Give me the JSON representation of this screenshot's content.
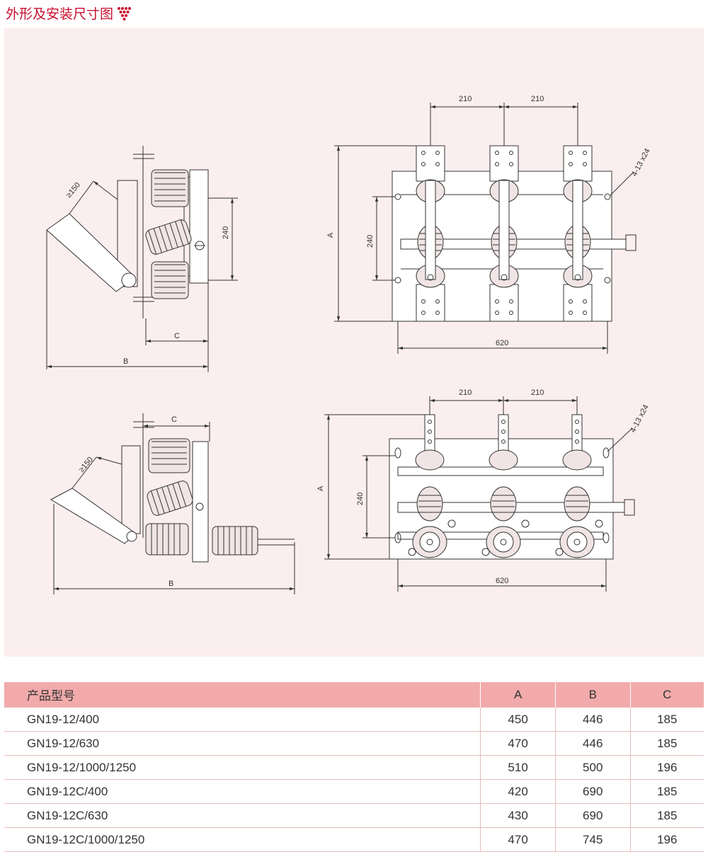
{
  "header": {
    "title": "外形及安装尺寸图",
    "mark_color": "#c8102e"
  },
  "drawing": {
    "top_side": {
      "clearance": "≥150",
      "height": "240",
      "c": "C",
      "b": "B"
    },
    "top_front": {
      "spacing_1": "210",
      "spacing_2": "210",
      "height": "240",
      "a": "A",
      "width": "620",
      "holes": "4-13 x24"
    },
    "bottom_side": {
      "clearance": "≥150",
      "c": "C",
      "b": "B"
    },
    "bottom_front": {
      "spacing_1": "210",
      "spacing_2": "210",
      "height": "240",
      "a": "A",
      "width": "620",
      "holes": "4-13 x24"
    }
  },
  "table": {
    "header_color": "#f2aaaa",
    "columns": [
      "产品型号",
      "A",
      "B",
      "C"
    ],
    "rows": [
      [
        "GN19-12/400",
        "450",
        "446",
        "185"
      ],
      [
        "GN19-12/630",
        "470",
        "446",
        "185"
      ],
      [
        "GN19-12/1000/1250",
        "510",
        "500",
        "196"
      ],
      [
        "GN19-12C/400",
        "420",
        "690",
        "185"
      ],
      [
        "GN19-12C/630",
        "430",
        "690",
        "185"
      ],
      [
        "GN19-12C/1000/1250",
        "470",
        "745",
        "196"
      ]
    ]
  }
}
